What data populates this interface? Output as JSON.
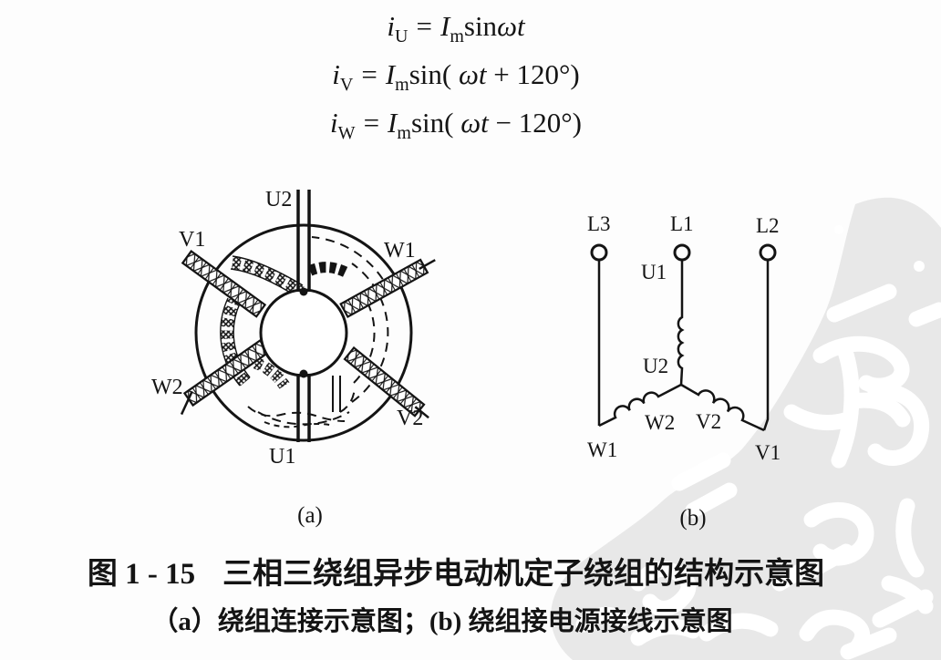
{
  "colors": {
    "background": "#fdfdfd",
    "ink": "#141414",
    "watermark_gray": "#e8e8e8"
  },
  "equations": [
    {
      "lhs": "i",
      "lhs_sub": "U",
      "eq": "=",
      "amp": "I",
      "amp_sub": "m",
      "fn": "sin",
      "open": "",
      "arg": "ωt",
      "rest": "",
      "close": ""
    },
    {
      "lhs": "i",
      "lhs_sub": "V",
      "eq": "=",
      "amp": "I",
      "amp_sub": "m",
      "fn": "sin",
      "open": "( ",
      "arg": "ωt",
      "rest": " + 120°",
      "close": ")"
    },
    {
      "lhs": "i",
      "lhs_sub": "W",
      "eq": "=",
      "amp": "I",
      "amp_sub": "m",
      "fn": "sin",
      "open": "( ",
      "arg": "ωt",
      "rest": " − 120°",
      "close": ")"
    }
  ],
  "diagram_a": {
    "sublabel": "(a)",
    "labels": {
      "u2": "U2",
      "u1": "U1",
      "v1": "V1",
      "w1": "W1",
      "w2": "W2",
      "v2": "V2"
    }
  },
  "diagram_b": {
    "sublabel": "(b)",
    "labels": {
      "l3": "L3",
      "l1": "L1",
      "l2": "L2",
      "u1": "U1",
      "u2": "U2",
      "w2": "W2",
      "v2": "V2",
      "w1": "W1",
      "v1": "V1"
    }
  },
  "caption": {
    "figure_number": "图 1 - 15",
    "title": "三相三绕组异步电动机定子绕组的结构示意图",
    "subtitle": "（a）绕组连接示意图；(b) 绕组接电源接线示意图"
  }
}
